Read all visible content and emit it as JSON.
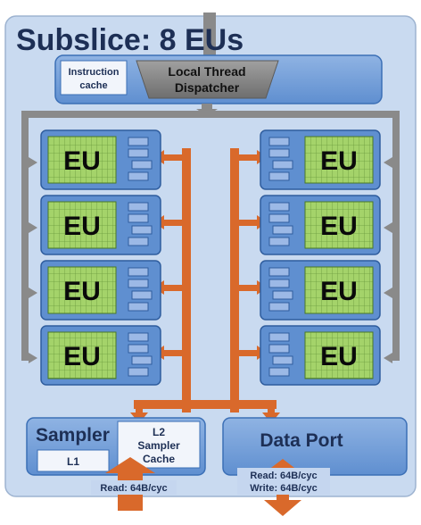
{
  "title": "Subslice: 8 EUs",
  "instruction_cache": {
    "line1": "Instruction",
    "line2": "cache"
  },
  "thread_dispatcher": {
    "line1": "Local Thread",
    "line2": "Dispatcher"
  },
  "eu_label": "EU",
  "left_eus": [
    "EU",
    "EU",
    "EU",
    "EU"
  ],
  "right_eus": [
    "EU",
    "EU",
    "EU",
    "EU"
  ],
  "sampler": {
    "title": "Sampler",
    "l1": "L1",
    "l2_line1": "L2",
    "l2_line2": "Sampler",
    "l2_line3": "Cache",
    "bandwidth": "Read: 64B/cyc"
  },
  "data_port": {
    "title": "Data Port",
    "read": "Read: 64B/cyc",
    "write": "Write: 64B/cyc"
  },
  "colors": {
    "subslice_bg": "#c9daf0",
    "frame_blue": "#3b6fb6",
    "eu_green": "#a4d36a",
    "bus_orange": "#d9692b",
    "gray": "#8a8a8a"
  }
}
